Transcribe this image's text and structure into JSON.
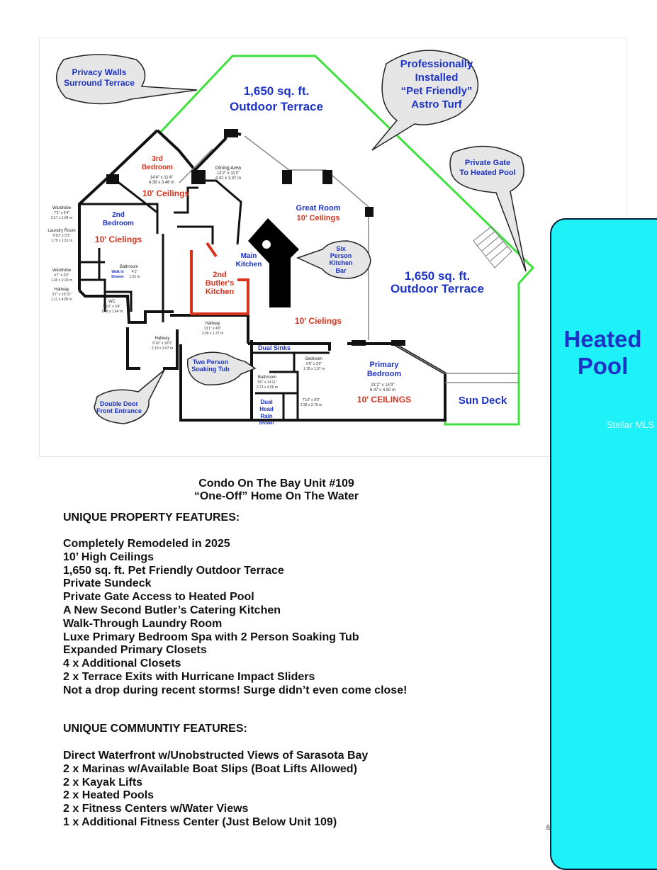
{
  "floorplan": {
    "terrace_top": [
      "1,650 sq. ft.",
      "Outdoor Terrace"
    ],
    "terrace_right": [
      "1,650 sq. ft.",
      "Outdoor Terrace"
    ],
    "callout_privacy": [
      "Privacy Walls",
      "Surround Terrace"
    ],
    "callout_turf": [
      "Professionally",
      "Installed",
      "“Pet Friendly”",
      "Astro Turf"
    ],
    "callout_gate": [
      "Private Gate",
      "To Heated Pool"
    ],
    "callout_kitchen_bar": [
      "Six",
      "Person",
      "Kitchen",
      "Bar"
    ],
    "callout_tub": [
      "Two Person",
      "Soaking Tub"
    ],
    "callout_entrance": [
      "Double Door",
      "Front Entrance"
    ],
    "bedroom3": {
      "name": [
        "3rd",
        "Bedroom"
      ],
      "dims": [
        "14'4\" x 11'4\"",
        "4.38 x 3.46 m"
      ],
      "ceiling": "10' Ceilings"
    },
    "dining": {
      "name": "Dining Area",
      "dims": [
        "13'2\" x 11'0\"",
        "4.02 x 3.37 m"
      ]
    },
    "great_room": {
      "name": "Great Room",
      "ceiling": "10' Ceilings"
    },
    "bedroom2": {
      "name": [
        "2nd",
        "Bedroom"
      ],
      "ceiling": "10' Cielings"
    },
    "wardrobe1": {
      "name": "Wardrobe",
      "dims": [
        "7'1\" x 5'4\"",
        "2.17 x 1.64 m"
      ]
    },
    "laundry": {
      "name": "Laundry Room",
      "dims": [
        "5'10\" x 5'3\"",
        "1.79 x 1.61 m"
      ]
    },
    "wardrobe2": {
      "name": "Wardrobe",
      "dims": [
        "4'7\" x 6'6\"",
        "1.40 x 2.00 m"
      ]
    },
    "hallway1": {
      "name": "Hallway",
      "dims": [
        "3'7\" x 15'10\"",
        "1.11 x 4.85 m"
      ]
    },
    "bathroom1": {
      "name": "Bathroom",
      "dims": [
        "4'1\"",
        "1.52 m"
      ],
      "shower": [
        "Walk In",
        "Shower"
      ]
    },
    "wc": {
      "name": "WC",
      "dims": [
        "5'10\" x 5'4\"",
        "1.78 x 1.64 m"
      ]
    },
    "main_kitchen": [
      "Main",
      "Kitchen"
    ],
    "butler_kitchen": [
      "2nd",
      "Butler's",
      "Kitchen"
    ],
    "hallway2": {
      "name": "Hallway",
      "dims": [
        "13'1\" x 4'5\"",
        "3.99 x 1.37 m"
      ]
    },
    "hallway3": {
      "name": "Hallway",
      "dims": [
        "6'10\" x 10'0\"",
        "2.10 x 3.07 m"
      ]
    },
    "ceiling_center": "10' Cielings",
    "dual_sinks": "Dual Sinks",
    "bedroom_small": {
      "name": "Bedroom",
      "dims": [
        "5'9\" x 3'6\"",
        "1.78 x 1.07 m"
      ]
    },
    "bathroom2": {
      "name": "Bathroom",
      "dims": [
        "9'0\" x 14'11\"",
        "2.73 x 4.56 m"
      ]
    },
    "closet": {
      "dims": [
        "7'10\" x 9'0\"",
        "2.39 x 2.76 m"
      ]
    },
    "rain_shower": [
      "Dual",
      "Head",
      "Rain",
      "Shower"
    ],
    "primary": {
      "name": [
        "Primary",
        "Bedroom"
      ],
      "dims": [
        "21'2\" x 14'9\"",
        "6.47 x 4.50 m"
      ],
      "ceiling": "10' CEILINGS"
    },
    "sun_deck": "Sun Deck"
  },
  "pool": {
    "line1": "Heated",
    "line2": "Pool",
    "watermark": "Stellar MLS"
  },
  "title_line1": "Condo On The Bay Unit #109",
  "title_line2": "“One-Off” Home On The Water",
  "property_heading": "UNIQUE PROPERTY FEATURES:",
  "property_features": [
    "Completely Remodeled in 2025",
    "10’ High Ceilings",
    "1,650 sq. ft. Pet Friendly Outdoor Terrace",
    "Private Sundeck",
    "Private Gate Access to Heated Pool",
    "A New Second Butler’s Catering Kitchen",
    "Walk-Through Laundry Room",
    "Luxe Primary Bedroom Spa with 2 Person Soaking Tub",
    "Expanded Primary Closets",
    "4 x Additional Closets",
    "2 x Terrace Exits with Hurricane Impact Sliders",
    "Not a drop during recent storms! Surge didn’t even come close!"
  ],
  "community_heading": "UNIQUE COMMUNTIY FEATURES:",
  "community_features": [
    "Direct Waterfront w/Unobstructed Views of Sarasota Bay",
    "2 x Marinas w/Available Boat Slips (Boat Lifts Allowed)",
    "2 x Kayak Lifts",
    "2 x Heated Pools",
    "2 x Fitness Centers w/Water Views",
    "1 x Additional Fitness Center (Just Below Unit 109)"
  ],
  "corner_mark": "&",
  "colors": {
    "terrace_green": "#3ee13e",
    "label_blue": "#1c33c6",
    "label_red": "#d9321c",
    "pool_cyan": "#1ef2f8",
    "bubble_gray": "#e6e6e6"
  }
}
